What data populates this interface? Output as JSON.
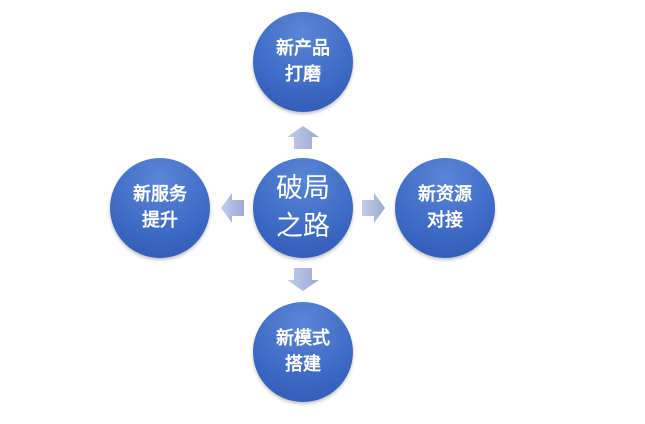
{
  "center": {
    "line1": "破局",
    "line2": "之路"
  },
  "nodes": {
    "top": {
      "line1": "新产品",
      "line2": "打磨"
    },
    "right": {
      "line1": "新资源",
      "line2": "对接"
    },
    "bottom": {
      "line1": "新模式",
      "line2": "搭建"
    },
    "left": {
      "line1": "新服务",
      "line2": "提升"
    }
  },
  "colors": {
    "circle": "#3f6cc6",
    "arrow": "#a9b8dc"
  }
}
